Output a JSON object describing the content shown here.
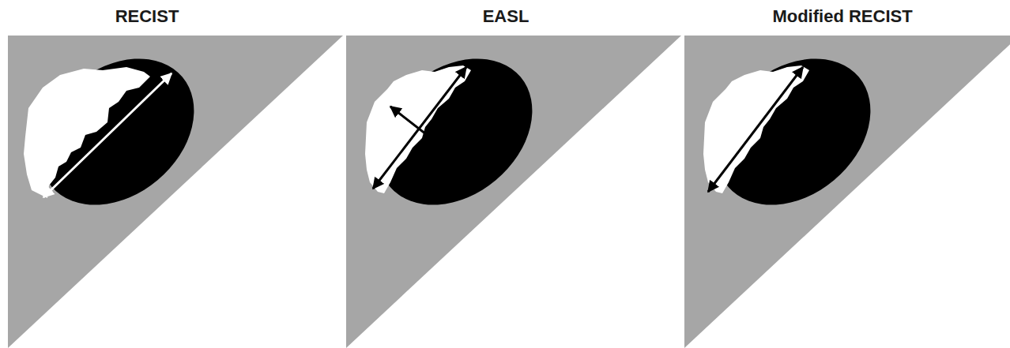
{
  "diagram": {
    "labels": [
      "RECIST",
      "EASL",
      "Modified RECIST"
    ]
  }
}
